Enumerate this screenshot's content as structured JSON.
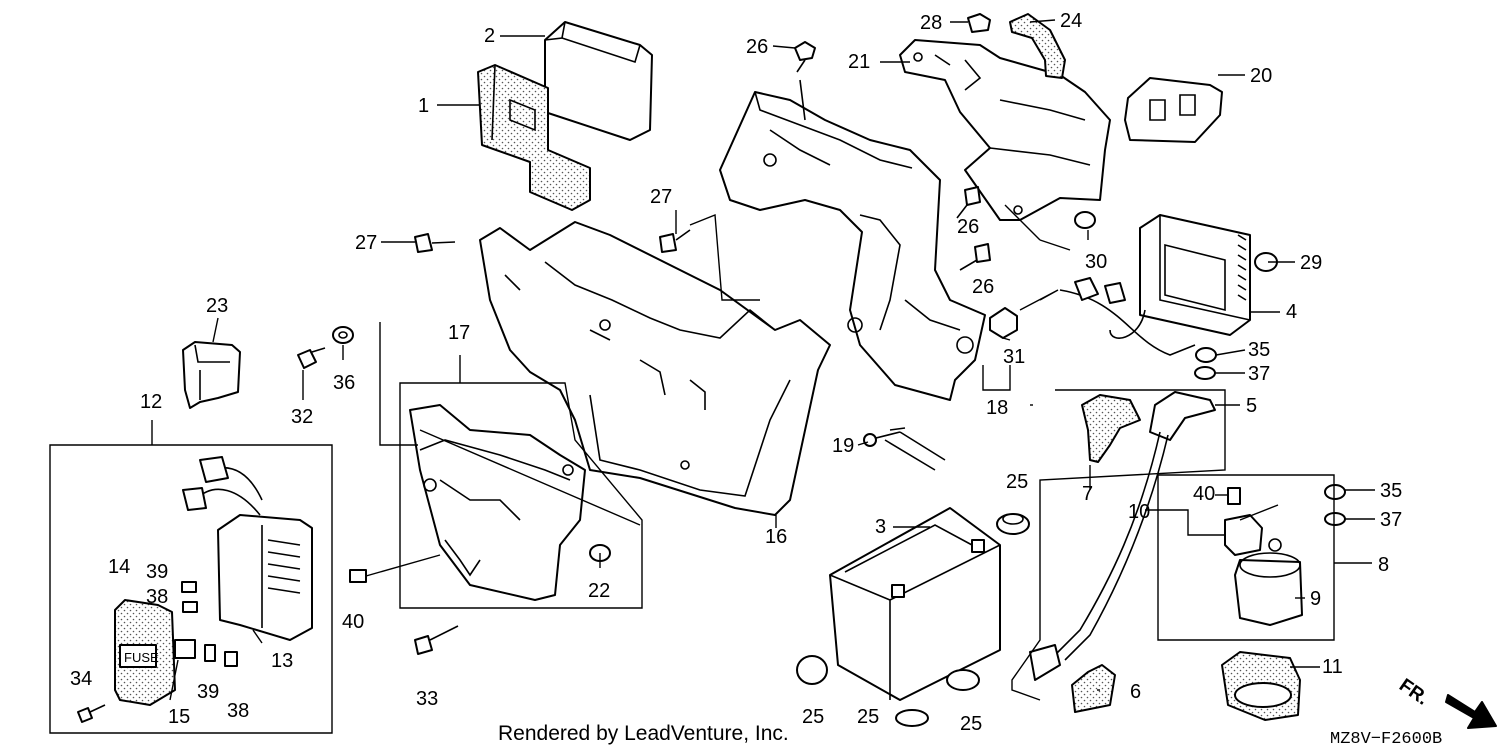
{
  "callouts": {
    "p1": "1",
    "p2": "2",
    "p3": "3",
    "p4": "4",
    "p5": "5",
    "p6": "6",
    "p7": "7",
    "p8": "8",
    "p9": "9",
    "p10": "10",
    "p11": "11",
    "p12": "12",
    "p13": "13",
    "p14": "14",
    "p15": "15",
    "p16": "16",
    "p17": "17",
    "p18": "18",
    "p19": "19",
    "p20": "20",
    "p21": "21",
    "p22": "22",
    "p23": "23",
    "p24": "24",
    "p25": "25",
    "p26": "26",
    "p27": "27",
    "p28": "28",
    "p29": "29",
    "p30": "30",
    "p31": "31",
    "p32": "32",
    "p33": "33",
    "p34": "34",
    "p35": "35",
    "p36": "36",
    "p37": "37",
    "p38": "38",
    "p39": "39",
    "p40": "40"
  },
  "fuse_label": "FUSE",
  "credit": "Rendered by LeadVenture, Inc.",
  "diagram_code": "MZ8V−F2600B",
  "front_indicator": "FR."
}
